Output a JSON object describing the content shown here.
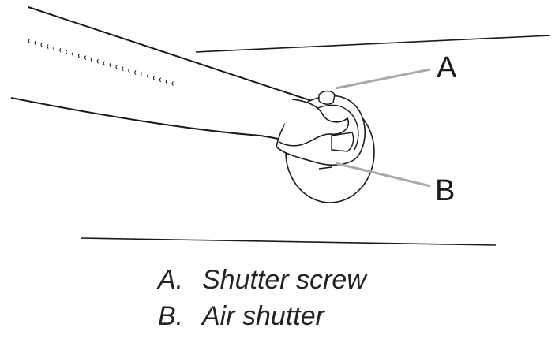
{
  "callouts": [
    {
      "letter": "A",
      "label": "Shutter screw"
    },
    {
      "letter": "B",
      "label": "Air shutter"
    }
  ],
  "legend": [
    {
      "key": "A.",
      "text": "Shutter screw"
    },
    {
      "key": "B.",
      "text": "Air shutter"
    }
  ],
  "colors": {
    "line": "#1a1a1a",
    "leader": "#a9a9a9",
    "background": "#ffffff"
  }
}
